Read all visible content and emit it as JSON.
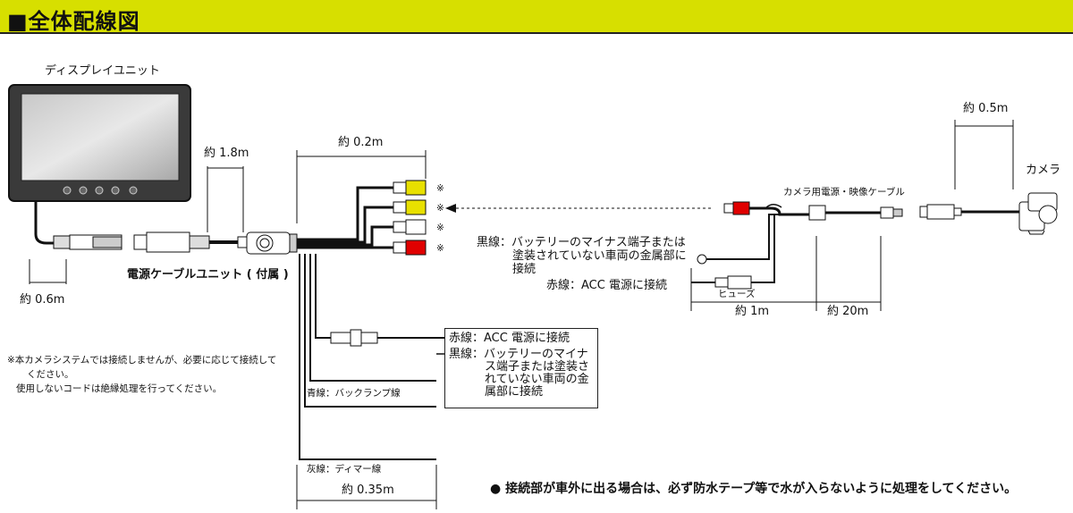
{
  "header": {
    "title": "■全体配線図"
  },
  "labels": {
    "display_unit": "ディスプレイユニット",
    "power_cable_unit": "電源ケーブルユニット ( 付属 )",
    "camera": "カメラ",
    "camera_cable": "カメラ用電源・映像ケーブル",
    "fuse": "ヒューズ",
    "len_1_8m": "約 1.8m",
    "len_0_6m": "約 0.6m",
    "len_0_2m": "約 0.2m",
    "len_0_5m": "約 0.5m",
    "len_1m": "約 1m",
    "len_20m": "約 20m",
    "len_0_35m": "約 0.35m",
    "note_mark": "※"
  },
  "wires": {
    "black_camera": [
      "黒線：バッテリーのマイナス端子または",
      "塗装されていない車両の金属部に",
      "接続"
    ],
    "red_camera": "赤線：ACC 電源に接続",
    "red_power": "赤線：ACC 電源に接続",
    "black_power": [
      "黒線：バッテリーのマイナ",
      "ス端子または塗装さ",
      "れていない車両の金",
      "属部に接続"
    ],
    "blue": "青線：バックランプ線",
    "gray": "灰線：ディマー線"
  },
  "notes": {
    "footnote": [
      "※本カメラシステムでは接続しませんが、必要に応じて接続して",
      "ください。",
      "使用しないコードは絶縁処理を行ってください。"
    ],
    "bottom": "● 接続部が車外に出る場合は、必ず防水テープ等で水が入らないように処理をしてください。"
  },
  "colors": {
    "header_bg": "#d7df00",
    "rca_yellow": "#e8e000",
    "rca_red": "#e00000"
  }
}
